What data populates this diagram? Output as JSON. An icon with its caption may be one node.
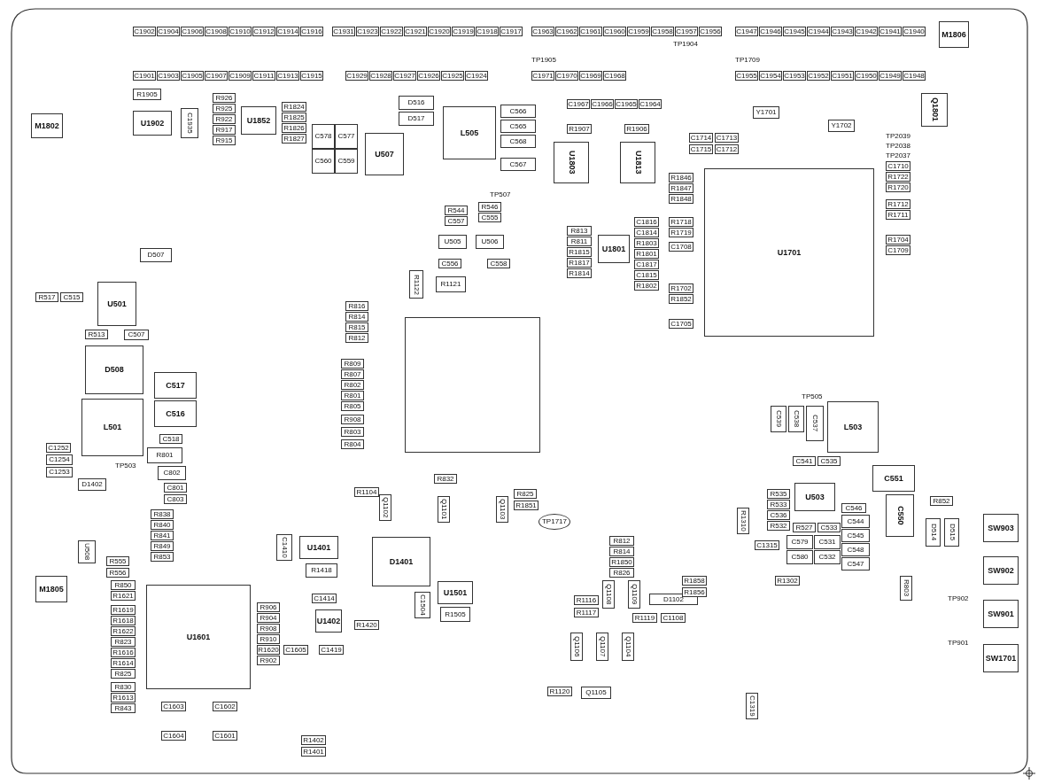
{
  "diagram": {
    "nodes": [
      {
        "text": [
          "C1902"
        ]
      },
      {
        "text": [
          "C1904"
        ]
      },
      {
        "text": [
          "C1906"
        ]
      },
      {
        "text": [
          "C1908"
        ]
      },
      {
        "text": [
          "C1910"
        ]
      },
      {
        "text": [
          "C1912"
        ]
      },
      {
        "text": [
          "C1914"
        ]
      },
      {
        "text": [
          "C1916"
        ]
      },
      {
        "text": [
          "C1901"
        ]
      },
      {
        "text": [
          "C1903"
        ]
      },
      {
        "text": [
          "C1905"
        ]
      },
      {
        "text": [
          "C1907"
        ]
      },
      {
        "text": [
          "C1909"
        ]
      },
      {
        "text": [
          "C1911"
        ]
      },
      {
        "text": [
          "C1913"
        ]
      },
      {
        "text": [
          "C1915"
        ]
      },
      {
        "text": [
          "C1931"
        ]
      },
      {
        "text": [
          "C1923"
        ]
      },
      {
        "text": [
          "C1922"
        ]
      },
      {
        "text": [
          "C1921"
        ]
      },
      {
        "text": [
          "C1920"
        ]
      },
      {
        "text": [
          "C1919"
        ]
      },
      {
        "text": [
          "C1918"
        ]
      },
      {
        "text": [
          "C1917"
        ]
      },
      {
        "text": [
          "C1929"
        ]
      },
      {
        "text": [
          "C1928"
        ]
      },
      {
        "text": [
          "C1927"
        ]
      },
      {
        "text": [
          "C1926"
        ]
      },
      {
        "text": [
          "C1925"
        ]
      },
      {
        "text": [
          "C1924"
        ]
      },
      {
        "text": [
          "C1963"
        ]
      },
      {
        "text": [
          "C1962"
        ]
      },
      {
        "text": [
          "C1961"
        ]
      },
      {
        "text": [
          "C1960"
        ]
      },
      {
        "text": [
          "C1959"
        ]
      },
      {
        "text": [
          "C1958"
        ]
      },
      {
        "text": [
          "C1957"
        ]
      },
      {
        "text": [
          "C1956"
        ]
      },
      {
        "text": [
          "C1971"
        ]
      },
      {
        "text": [
          "C1970"
        ]
      },
      {
        "text": [
          "C1969"
        ]
      },
      {
        "text": [
          "C1968"
        ]
      },
      {
        "text": [
          "C1947"
        ]
      },
      {
        "text": [
          "C1946"
        ]
      },
      {
        "text": [
          "C1945"
        ]
      },
      {
        "text": [
          "C1944"
        ]
      },
      {
        "text": [
          "C1943"
        ]
      },
      {
        "text": [
          "C1942"
        ]
      },
      {
        "text": [
          "C1941"
        ]
      },
      {
        "text": [
          "C1940"
        ]
      },
      {
        "text": [
          "C1955"
        ]
      },
      {
        "text": [
          "C1954"
        ]
      },
      {
        "text": [
          "C1953"
        ]
      },
      {
        "text": [
          "C1952"
        ]
      },
      {
        "text": [
          "C1951"
        ]
      },
      {
        "text": [
          "C1950"
        ]
      },
      {
        "text": [
          "C1949"
        ]
      },
      {
        "text": [
          "C1948"
        ]
      },
      {
        "text": [
          "C1967"
        ]
      },
      {
        "text": [
          "C1966"
        ]
      },
      {
        "text": [
          "C1965"
        ]
      },
      {
        "text": [
          "C1964"
        ]
      },
      {
        "text": [
          "R1907"
        ]
      },
      {
        "text": [
          "R1906"
        ]
      },
      {
        "text": [
          "M1802"
        ]
      },
      {
        "text": [
          "R1905"
        ]
      },
      {
        "text": [
          "U1902"
        ]
      },
      {
        "text": [
          "C1935"
        ]
      },
      {
        "text": [
          "R926"
        ]
      },
      {
        "text": [
          "R925"
        ]
      },
      {
        "text": [
          "R922"
        ]
      },
      {
        "text": [
          "R917"
        ]
      },
      {
        "text": [
          "R915"
        ]
      },
      {
        "text": [
          "U1852"
        ]
      },
      {
        "text": [
          "R1824"
        ]
      },
      {
        "text": [
          "R1825"
        ]
      },
      {
        "text": [
          "R1826"
        ]
      },
      {
        "text": [
          "R1827"
        ]
      },
      {
        "text": [
          "C578"
        ]
      },
      {
        "text": [
          "C577"
        ]
      },
      {
        "text": [
          "C560"
        ]
      },
      {
        "text": [
          "C559"
        ]
      },
      {
        "text": [
          "D516"
        ]
      },
      {
        "text": [
          "D517"
        ]
      },
      {
        "text": [
          "U507"
        ]
      },
      {
        "text": [
          "L505"
        ]
      },
      {
        "text": [
          "C566"
        ]
      },
      {
        "text": [
          "C565"
        ]
      },
      {
        "text": [
          "C568"
        ]
      },
      {
        "text": [
          "C567"
        ]
      },
      {
        "text": [
          "U1803"
        ]
      },
      {
        "text": [
          "U1813"
        ]
      },
      {
        "text": [
          "M1806"
        ]
      },
      {
        "text": [
          "Y1701"
        ]
      },
      {
        "text": [
          "Y1702"
        ]
      },
      {
        "text": [
          "C1714"
        ]
      },
      {
        "text": [
          "C1713"
        ]
      },
      {
        "text": [
          "C1715"
        ]
      },
      {
        "text": [
          "C1712"
        ]
      },
      {
        "text": [
          "Q1801"
        ]
      },
      {
        "text": [
          "U1701"
        ]
      },
      {
        "text": [
          "C1710"
        ]
      },
      {
        "text": [
          "R1722"
        ]
      },
      {
        "text": [
          "R1720"
        ]
      },
      {
        "text": [
          "R1712"
        ]
      },
      {
        "text": [
          "R1711"
        ]
      },
      {
        "text": [
          "R1704"
        ]
      },
      {
        "text": [
          "C1709"
        ]
      },
      {
        "text": [
          "R1846"
        ]
      },
      {
        "text": [
          "R1847"
        ]
      },
      {
        "text": [
          "R1848"
        ]
      },
      {
        "text": [
          "R1718"
        ]
      },
      {
        "text": [
          "R1719"
        ]
      },
      {
        "text": [
          "C1708"
        ]
      },
      {
        "text": [
          "R1702"
        ]
      },
      {
        "text": [
          "R1852"
        ]
      },
      {
        "text": [
          "C1705"
        ]
      },
      {
        "text": [
          "R813"
        ]
      },
      {
        "text": [
          "R811"
        ]
      },
      {
        "text": [
          "R1815"
        ]
      },
      {
        "text": [
          "R1817"
        ]
      },
      {
        "text": [
          "R1814"
        ]
      },
      {
        "text": [
          "U1801"
        ]
      },
      {
        "text": [
          "C1816"
        ]
      },
      {
        "text": [
          "C1814"
        ]
      },
      {
        "text": [
          "R1803"
        ]
      },
      {
        "text": [
          "R1801"
        ]
      },
      {
        "text": [
          "C1817"
        ]
      },
      {
        "text": [
          "C1815"
        ]
      },
      {
        "text": [
          "R1802"
        ]
      },
      {
        "text": [
          "R544"
        ]
      },
      {
        "text": [
          "C557"
        ]
      },
      {
        "text": [
          "R546"
        ]
      },
      {
        "text": [
          "C555"
        ]
      },
      {
        "text": [
          "U505"
        ]
      },
      {
        "text": [
          "U506"
        ]
      },
      {
        "text": [
          "C556"
        ]
      },
      {
        "text": [
          "C558"
        ]
      },
      {
        "text": [
          "R1122"
        ]
      },
      {
        "text": [
          "R1121"
        ]
      },
      {
        "text": [],
        "shape": "box"
      },
      {
        "text": [
          "R816"
        ]
      },
      {
        "text": [
          "R814"
        ]
      },
      {
        "text": [
          "R815"
        ]
      },
      {
        "text": [
          "R812"
        ]
      },
      {
        "text": [
          "R809"
        ]
      },
      {
        "text": [
          "R807"
        ]
      },
      {
        "text": [
          "R802"
        ]
      },
      {
        "text": [
          "R801"
        ]
      },
      {
        "text": [
          "R805"
        ]
      },
      {
        "text": [
          "R908"
        ]
      },
      {
        "text": [
          "R803"
        ]
      },
      {
        "text": [
          "R804"
        ]
      },
      {
        "text": [
          "D507"
        ]
      },
      {
        "text": [
          "R517"
        ]
      },
      {
        "text": [
          "C515"
        ]
      },
      {
        "text": [
          "U501"
        ]
      },
      {
        "text": [
          "R513"
        ]
      },
      {
        "text": [
          "C507"
        ]
      },
      {
        "text": [
          "D508"
        ]
      },
      {
        "text": [
          "C517"
        ]
      },
      {
        "text": [
          "C516"
        ]
      },
      {
        "text": [
          "L501"
        ]
      },
      {
        "text": [
          "C518"
        ]
      },
      {
        "text": [
          "R801"
        ]
      },
      {
        "text": [
          "C802"
        ]
      },
      {
        "text": [
          "C801"
        ]
      },
      {
        "text": [
          "C803"
        ]
      },
      {
        "text": [
          "C1252"
        ]
      },
      {
        "text": [
          "C1254"
        ]
      },
      {
        "text": [
          "C1253"
        ]
      },
      {
        "text": [
          "D1402"
        ]
      },
      {
        "text": [
          "R838"
        ]
      },
      {
        "text": [
          "R840"
        ]
      },
      {
        "text": [
          "R841"
        ]
      },
      {
        "text": [
          "R849"
        ]
      },
      {
        "text": [
          "R853"
        ]
      },
      {
        "text": [
          "U508"
        ]
      },
      {
        "text": [
          "R555"
        ]
      },
      {
        "text": [
          "R556"
        ]
      },
      {
        "text": [
          "M1805"
        ]
      },
      {
        "text": [
          "U1601"
        ]
      },
      {
        "text": [
          "R850"
        ]
      },
      {
        "text": [
          "R1621"
        ]
      },
      {
        "text": [
          "R1619"
        ]
      },
      {
        "text": [
          "R1618"
        ]
      },
      {
        "text": [
          "R1622"
        ]
      },
      {
        "text": [
          "R823"
        ]
      },
      {
        "text": [
          "R1616"
        ]
      },
      {
        "text": [
          "R1614"
        ]
      },
      {
        "text": [
          "R825"
        ]
      },
      {
        "text": [
          "R830"
        ]
      },
      {
        "text": [
          "R1613"
        ]
      },
      {
        "text": [
          "R843"
        ]
      },
      {
        "text": [
          "R906"
        ]
      },
      {
        "text": [
          "R904"
        ]
      },
      {
        "text": [
          "R908"
        ]
      },
      {
        "text": [
          "R910"
        ]
      },
      {
        "text": [
          "R1620"
        ]
      },
      {
        "text": [
          "R902"
        ]
      },
      {
        "text": [
          "C1605"
        ]
      },
      {
        "text": [
          "C1603"
        ]
      },
      {
        "text": [
          "C1604"
        ]
      },
      {
        "text": [
          "C1602"
        ]
      },
      {
        "text": [
          "C1601"
        ]
      },
      {
        "text": [
          "U1401"
        ]
      },
      {
        "text": [
          "R1418"
        ]
      },
      {
        "text": [
          "C1410"
        ]
      },
      {
        "text": [
          "D1401"
        ]
      },
      {
        "text": [
          "U1501"
        ]
      },
      {
        "text": [
          "R1505"
        ]
      },
      {
        "text": [
          "C1504"
        ]
      },
      {
        "text": [
          "C1414"
        ]
      },
      {
        "text": [
          "U1402"
        ]
      },
      {
        "text": [
          "C1419"
        ]
      },
      {
        "text": [
          "R1420"
        ]
      },
      {
        "text": [
          "R1402"
        ]
      },
      {
        "text": [
          "R1401"
        ]
      },
      {
        "text": [
          "R832"
        ]
      },
      {
        "text": [
          "R1104"
        ]
      },
      {
        "text": [
          "Q1102"
        ]
      },
      {
        "text": [
          "Q1101"
        ]
      },
      {
        "text": [
          "Q1103"
        ]
      },
      {
        "text": [
          "R825"
        ]
      },
      {
        "text": [
          "R1851"
        ]
      },
      {
        "text": [
          "TP1717"
        ]
      },
      {
        "text": [
          "R812"
        ]
      },
      {
        "text": [
          "R814"
        ]
      },
      {
        "text": [
          "R1850"
        ]
      },
      {
        "text": [
          "R826"
        ]
      },
      {
        "text": [
          "Q1108"
        ]
      },
      {
        "text": [
          "Q1109"
        ]
      },
      {
        "text": [
          "R1116"
        ]
      },
      {
        "text": [
          "R1117"
        ]
      },
      {
        "text": [
          "D1102"
        ]
      },
      {
        "text": [
          "R1119"
        ]
      },
      {
        "text": [
          "C1108"
        ]
      },
      {
        "text": [
          "Q1106"
        ]
      },
      {
        "text": [
          "Q1107"
        ]
      },
      {
        "text": [
          "Q1104"
        ]
      },
      {
        "text": [
          "Q1105"
        ]
      },
      {
        "text": [
          "R1120"
        ]
      },
      {
        "text": [
          "R1858"
        ]
      },
      {
        "text": [
          "R1856"
        ]
      },
      {
        "text": [
          "C539"
        ]
      },
      {
        "text": [
          "C538"
        ]
      },
      {
        "text": [
          "C537"
        ]
      },
      {
        "text": [
          "L503"
        ]
      },
      {
        "text": [
          "C541"
        ]
      },
      {
        "text": [
          "C535"
        ]
      },
      {
        "text": [
          "U503"
        ]
      },
      {
        "text": [
          "R535"
        ]
      },
      {
        "text": [
          "R533"
        ]
      },
      {
        "text": [
          "C536"
        ]
      },
      {
        "text": [
          "R532"
        ]
      },
      {
        "text": [
          "C551"
        ]
      },
      {
        "text": [
          "C550"
        ]
      },
      {
        "text": [
          "D514"
        ]
      },
      {
        "text": [
          "D515"
        ]
      },
      {
        "text": [
          "R852"
        ]
      },
      {
        "text": [
          "C546"
        ]
      },
      {
        "text": [
          "C544"
        ]
      },
      {
        "text": [
          "C545"
        ]
      },
      {
        "text": [
          "C548"
        ]
      },
      {
        "text": [
          "C547"
        ]
      },
      {
        "text": [
          "R527"
        ]
      },
      {
        "text": [
          "C533"
        ]
      },
      {
        "text": [
          "C579"
        ]
      },
      {
        "text": [
          "C531"
        ]
      },
      {
        "text": [
          "C580"
        ]
      },
      {
        "text": [
          "C532"
        ]
      },
      {
        "text": [
          "C1315"
        ]
      },
      {
        "text": [
          "R1302"
        ]
      },
      {
        "text": [
          "R1310"
        ]
      },
      {
        "text": [
          "R803"
        ]
      },
      {
        "text": [
          "SW903"
        ]
      },
      {
        "text": [
          "SW902"
        ]
      },
      {
        "text": [
          "SW901"
        ]
      },
      {
        "text": [
          "SW1701"
        ]
      },
      {
        "text": [
          "C1319"
        ]
      }
    ],
    "labels": [
      "TP1905",
      "TP1904",
      "TP1709",
      "TP2039",
      "TP2038",
      "TP2037",
      "TP507",
      "TP505",
      "TP503",
      "TP902",
      "TP901"
    ]
  }
}
